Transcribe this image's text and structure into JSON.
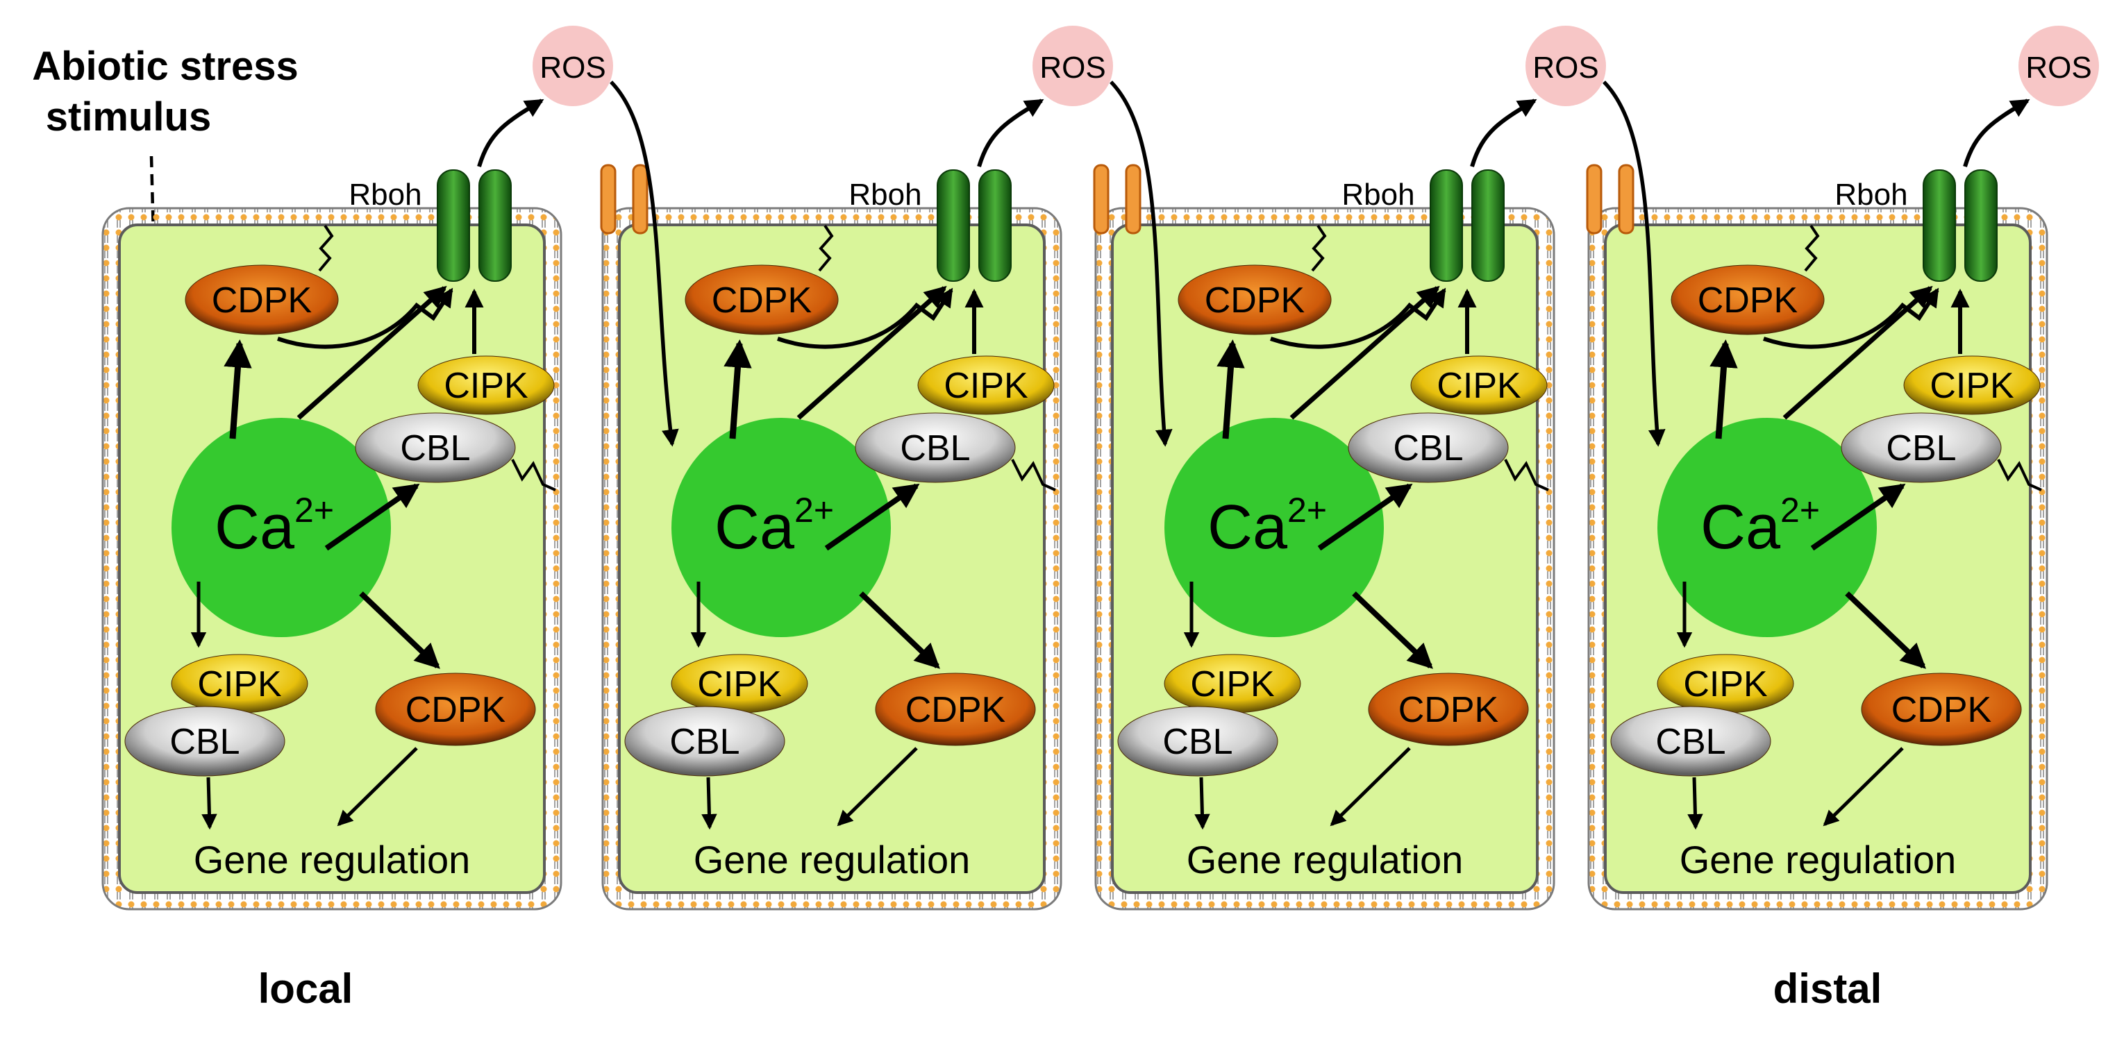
{
  "stimulus_label": [
    "Abiotic stress",
    "stimulus"
  ],
  "position_labels": {
    "local": "local",
    "distal": "distal"
  },
  "cells": [
    {
      "ros": "ROS",
      "rboh": "Rboh",
      "cdpk_top": "CDPK",
      "cipk_top": "CIPK",
      "cbl_top": "CBL",
      "ca_base": "Ca",
      "ca_sup": "2+",
      "cipk_bottom": "CIPK",
      "cbl_bottom": "CBL",
      "cdpk_bottom": "CDPK",
      "gene": "Gene regulation"
    },
    {
      "ros": "ROS",
      "rboh": "Rboh",
      "cdpk_top": "CDPK",
      "cipk_top": "CIPK",
      "cbl_top": "CBL",
      "ca_base": "Ca",
      "ca_sup": "2+",
      "cipk_bottom": "CIPK",
      "cbl_bottom": "CBL",
      "cdpk_bottom": "CDPK",
      "gene": "Gene regulation"
    },
    {
      "ros": "ROS",
      "rboh": "Rboh",
      "cdpk_top": "CDPK",
      "cipk_top": "CIPK",
      "cbl_top": "CBL",
      "ca_base": "Ca",
      "ca_sup": "2+",
      "cipk_bottom": "CIPK",
      "cbl_bottom": "CBL",
      "cdpk_bottom": "CDPK",
      "gene": "Gene regulation"
    },
    {
      "ros": "ROS",
      "rboh": "Rboh",
      "cdpk_top": "CDPK",
      "cipk_top": "CIPK",
      "cbl_top": "CBL",
      "ca_base": "Ca",
      "ca_sup": "2+",
      "cipk_bottom": "CIPK",
      "cbl_bottom": "CBL",
      "cdpk_bottom": "CDPK",
      "gene": "Gene regulation"
    }
  ],
  "colors": {
    "cytoplasm": "#d9f59a",
    "membrane": "#8c8c8c",
    "lipid_head": "#f2a93b",
    "ca": "#35c92f",
    "ros": "#f7c6c6",
    "cdpk": "#d8650f",
    "cipk": "#e8c310",
    "cbl": "#c9c9c9",
    "rboh": "#2e8a22",
    "channel": "#f19a3a"
  }
}
